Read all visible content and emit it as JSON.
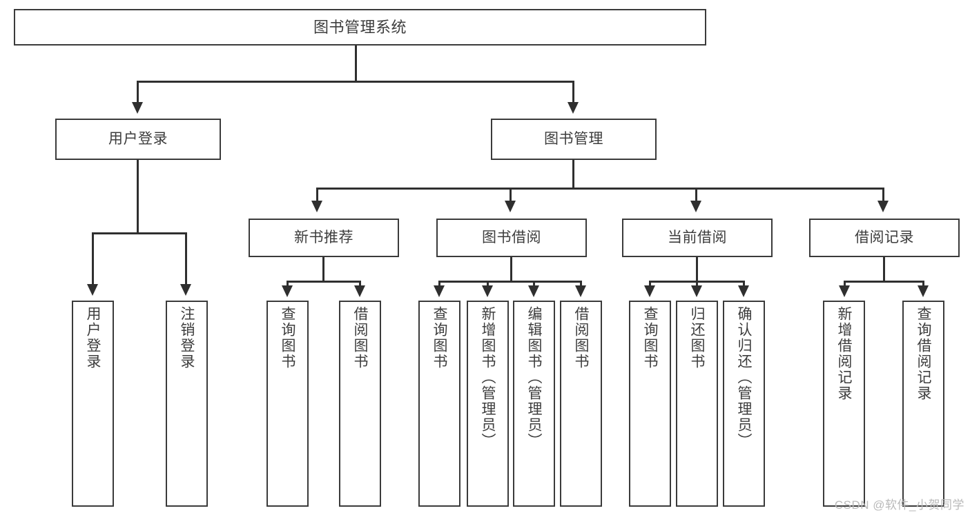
{
  "diagram": {
    "title": "图书管理系统",
    "type": "hierarchy-tree",
    "watermark": "CSDN @软件_小贺同学",
    "colors": {
      "box_border": "#3a3a3a",
      "connector": "#2f2f2f",
      "text": "#3d3d3d",
      "background": "#ffffff",
      "watermark": "#b9b9b9"
    },
    "root": {
      "label": "图书管理系统"
    },
    "level2": [
      {
        "label": "用户登录"
      },
      {
        "label": "图书管理"
      }
    ],
    "level3": [
      {
        "label": "新书推荐"
      },
      {
        "label": "图书借阅"
      },
      {
        "label": "当前借阅"
      },
      {
        "label": "借阅记录"
      }
    ],
    "leaves": {
      "user_login": [
        {
          "label": "用户登录"
        },
        {
          "label": "注销登录"
        }
      ],
      "new_book_recommend": [
        {
          "label": "查询图书"
        },
        {
          "label": "借阅图书"
        }
      ],
      "book_borrow": [
        {
          "label": "查询图书"
        },
        {
          "label": "新增图书（管理员）"
        },
        {
          "label": "编辑图书（管理员）"
        },
        {
          "label": "借阅图书"
        }
      ],
      "current_borrow": [
        {
          "label": "查询图书"
        },
        {
          "label": "归还图书"
        },
        {
          "label": "确认归还（管理员）"
        }
      ],
      "borrow_record": [
        {
          "label": "新增借阅记录"
        },
        {
          "label": "查询借阅记录"
        }
      ]
    }
  }
}
